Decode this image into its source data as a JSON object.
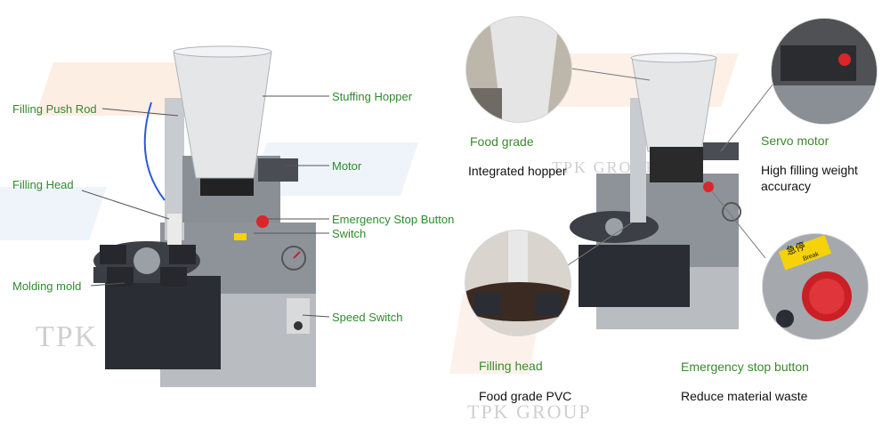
{
  "left_labels": {
    "filling_push_rod": "Filling Push Rod",
    "stuffing_hopper": "Stuffing Hopper",
    "motor": "Motor",
    "filling_head": "Filling Head",
    "emergency_stop_button": "Emergency Stop Button",
    "switch": "Switch",
    "molding_mold": "Molding mold",
    "speed_switch": "Speed Switch"
  },
  "features": [
    {
      "title": "Food grade",
      "desc": "Integrated hopper"
    },
    {
      "title": "Servo motor",
      "desc_line1": "High filling weight",
      "desc_line2": "accuracy"
    },
    {
      "title": "Filling head",
      "desc": "Food grade PVC"
    },
    {
      "title": "Emergency stop button",
      "desc": "Reduce material waste"
    }
  ],
  "stop_button_text": {
    "cn": "急停",
    "en": "Break"
  },
  "watermark": "TPK GROUP",
  "colors": {
    "label_green": "#2e8b2e",
    "machine_grey": "#8e939a",
    "base_dark": "#2a2d33",
    "stop_red": "#d8262b",
    "label_yellow": "#f5d20a"
  }
}
